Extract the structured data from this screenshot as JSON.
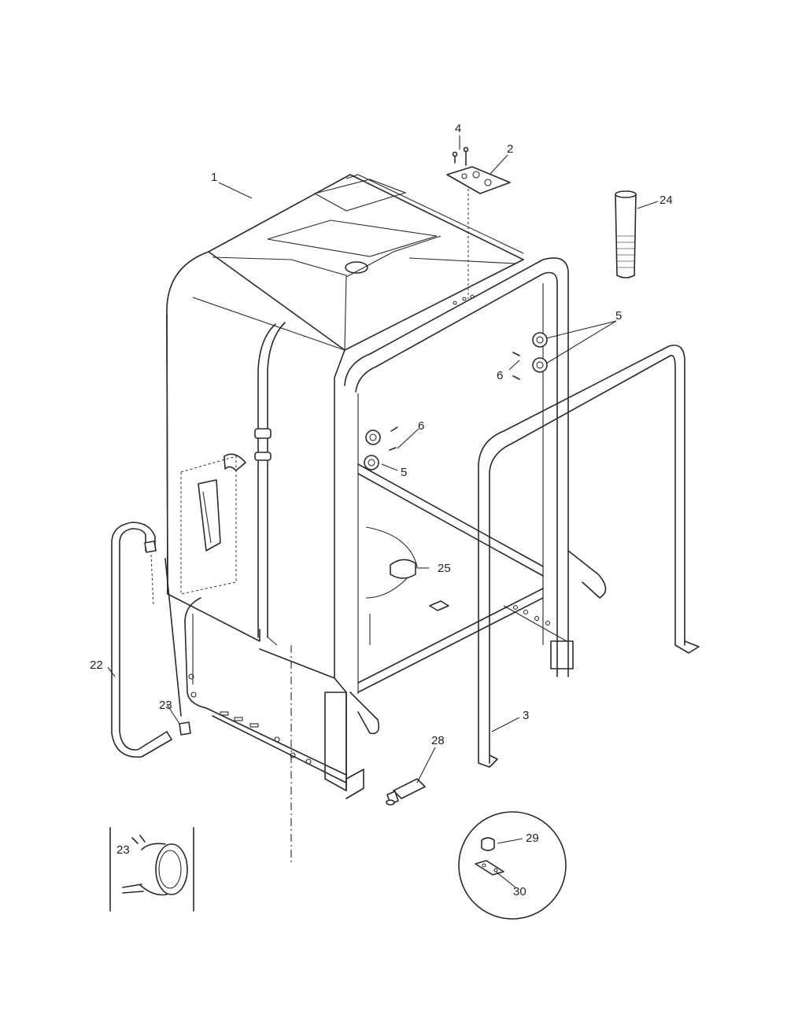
{
  "callouts": [
    {
      "id": "c1",
      "text": "1"
    },
    {
      "id": "c2",
      "text": "2"
    },
    {
      "id": "c3",
      "text": "3"
    },
    {
      "id": "c4",
      "text": "4"
    },
    {
      "id": "c5a",
      "text": "5"
    },
    {
      "id": "c5b",
      "text": "5"
    },
    {
      "id": "c6a",
      "text": "6"
    },
    {
      "id": "c6b",
      "text": "6"
    },
    {
      "id": "c22",
      "text": "22"
    },
    {
      "id": "c23a",
      "text": "23"
    },
    {
      "id": "c23b",
      "text": "23"
    },
    {
      "id": "c24",
      "text": "24"
    },
    {
      "id": "c25",
      "text": "25"
    },
    {
      "id": "c28",
      "text": "28"
    },
    {
      "id": "c29",
      "text": "29"
    },
    {
      "id": "c30",
      "text": "30"
    }
  ]
}
